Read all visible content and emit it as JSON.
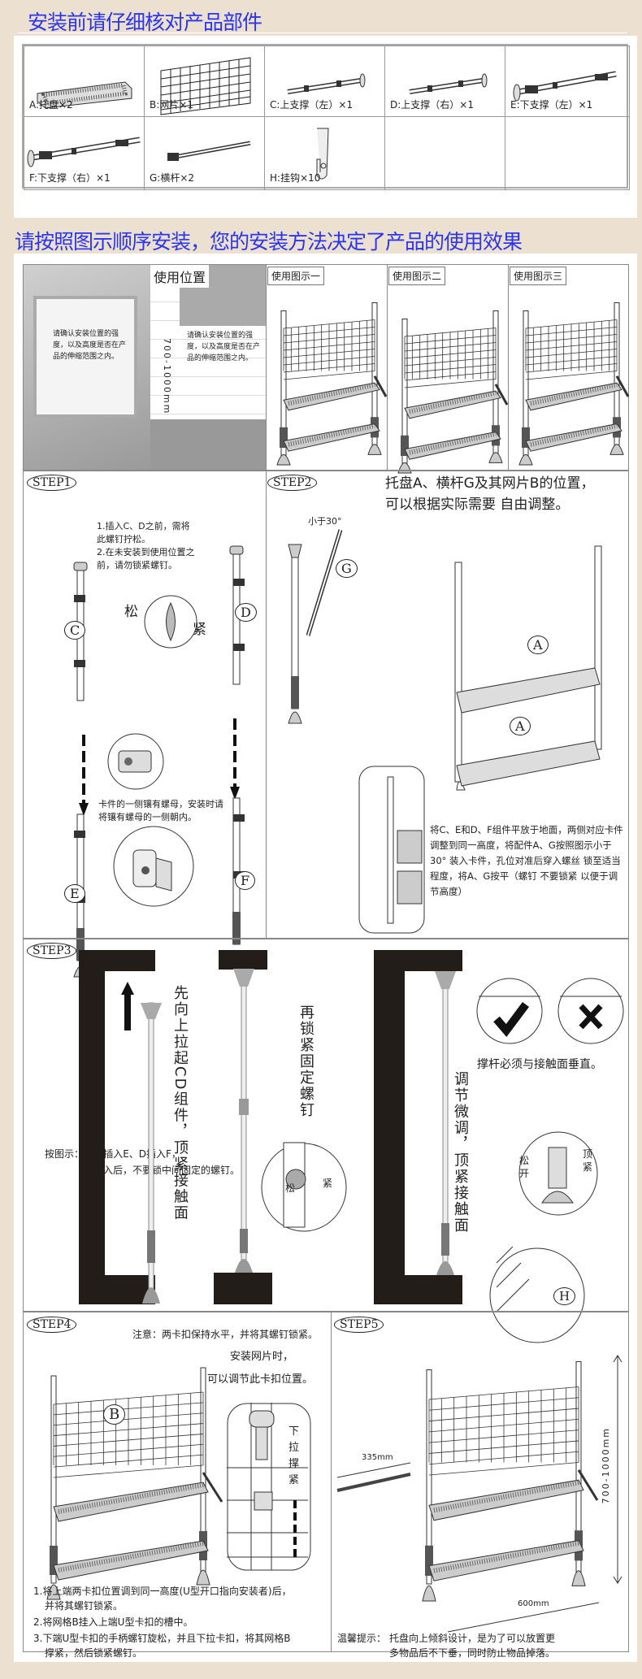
{
  "header": {
    "title": "安装前请仔细核对产品部件"
  },
  "parts": [
    {
      "label": "A:托盘×2"
    },
    {
      "label": "B:网片×1"
    },
    {
      "label": "C:上支撑（左）×1"
    },
    {
      "label": "D:上支撑（右）×1"
    },
    {
      "label": "E:下支撑（左）×1"
    },
    {
      "label": "F:下支撑（右）×1"
    },
    {
      "label": "G:横杆×2"
    },
    {
      "label": "H:挂钩×10"
    }
  ],
  "section2": {
    "title": "请按照图示顺序安装，您的安装方法决定了产品的使用效果"
  },
  "usage": {
    "position_label": "使用位置",
    "note": "请确认安装位置的强度，以及高度是否在产品的伸缩范围之内。",
    "range": "700-1000mm",
    "examples": [
      "使用图示一",
      "使用图示二",
      "使用图示三"
    ]
  },
  "step1": {
    "badge": "STEP1",
    "note1": "1.插入C、D之前，需将此螺钉拧松。",
    "note2": "2.在未安装到使用位置之前，请勿锁紧螺钉。",
    "loosen": "松",
    "tighten": "紧",
    "clip_note": "卡件的一侧镶有螺母，安装时请将镶有螺母的一侧朝内。",
    "labels": [
      "C",
      "D",
      "E",
      "F"
    ],
    "instruction1": "按图示：  将C插入E、D插入F，",
    "instruction2": "插入后，不要锁中间固定的螺钉。"
  },
  "step2": {
    "badge": "STEP2",
    "heading1": "托盘A、横杆G及其网片B的位置，",
    "heading2": "可以根据实际需要 自由调整。",
    "angle": "小于30°",
    "labels": [
      "G",
      "A",
      "A"
    ],
    "instruction": "将C、E和D、F组件平放于地面，两侧对应卡件调整到同一高度，将配件A、G按照图示小于30° 装入卡件，孔位对准后穿入螺丝  锁至适当程度，将A、G按平（螺钉 不要锁紧 以便于调节高度）"
  },
  "step3": {
    "badge": "STEP3",
    "text1": "先向上拉起CD组件，顶紧接触面",
    "text2": "再锁紧固定螺钉",
    "text3": "调节微调，顶紧接触面",
    "loosen": "松",
    "tighten": "紧",
    "loosen_open": "松开",
    "top_tight": "顶紧",
    "perpendicular": "撑杆必须与接触面垂直。",
    "label_h": "H"
  },
  "step4": {
    "badge": "STEP4",
    "note": "注意：两卡扣保持水平，并将其螺钉锁紧。",
    "mesh_note1": "安装网片时，",
    "mesh_note2": "可以调节此卡扣位置。",
    "pull": "下拉撑紧",
    "label_b": "B",
    "steps": [
      "1.将上端两卡扣位置调到同一高度(U型开口指向安装者)后，",
      "并将其螺钉锁紧。",
      "2.将网格B挂入上端U型卡扣的槽中。",
      "3.下端U型卡扣的手柄螺钉旋松，并且下拉卡扣，将其网格B",
      "撑紧，然后锁紧螺钉。"
    ]
  },
  "step5": {
    "badge": "STEP5",
    "dim_rod": "335mm",
    "dim_height": "700-1000mm",
    "dim_width": "600mm",
    "tip_label": "温馨提示：",
    "tip1": "托盘向上倾斜设计，是为了可以放置更",
    "tip2": "多物品后不下垂，同时防止物品掉落。"
  }
}
